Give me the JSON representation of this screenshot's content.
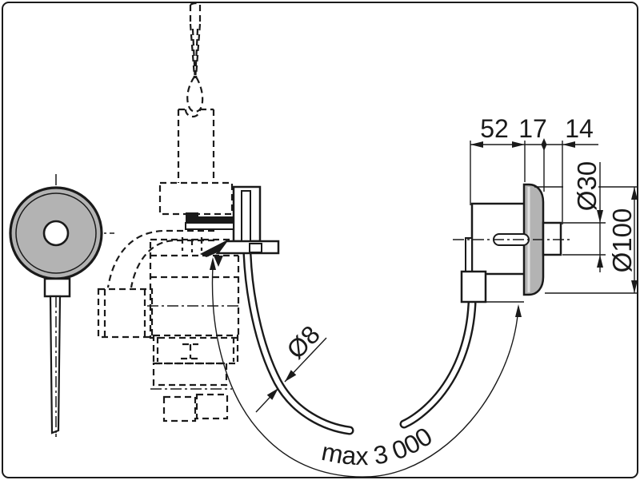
{
  "drawing": {
    "title": "wall-mounted-sensor-flush-valve-installation-diagram",
    "colors": {
      "line": "#1a1a1a",
      "background": "#ffffff",
      "fill_gray": "#b3b3b3",
      "plate_highlight": "#e0e0e0"
    },
    "labels": {
      "dim_depth": "52",
      "dim_plate_thickness": "17",
      "dim_sensor_protrusion": "14",
      "dim_sensor_diameter": "Ø30",
      "dim_plate_diameter": "Ø100",
      "dim_tube_diameter": "Ø8",
      "dim_max_tube_length": "max 3 000"
    }
  }
}
